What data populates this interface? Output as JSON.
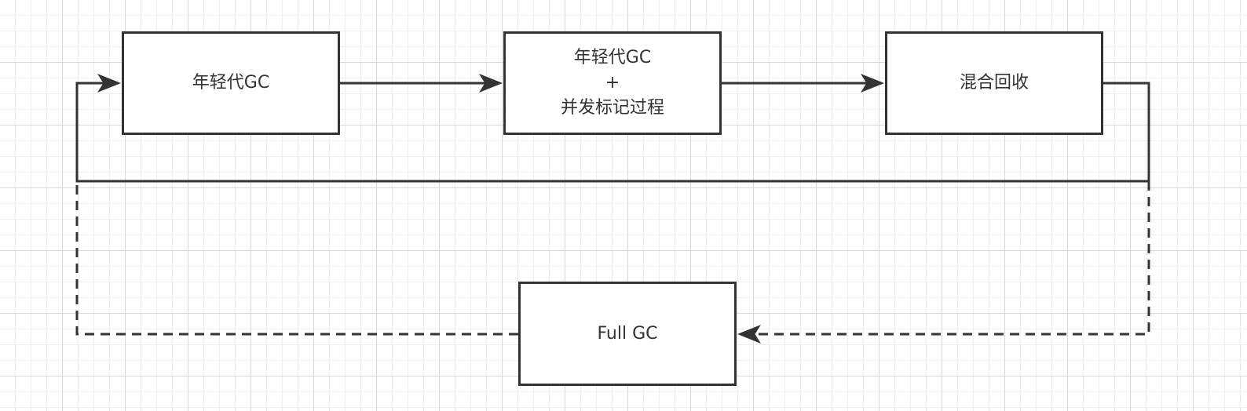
{
  "diagram": {
    "nodes": {
      "young_gc": {
        "lines": [
          "年轻代GC"
        ]
      },
      "young_gc_concurrent": {
        "lines": [
          "年轻代GC",
          "+",
          "并发标记过程"
        ]
      },
      "mixed_gc": {
        "lines": [
          "混合回收"
        ]
      },
      "full_gc": {
        "lines": [
          "Full GC"
        ]
      }
    },
    "edges": [
      {
        "from": "young_gc",
        "to": "young_gc_concurrent",
        "style": "solid"
      },
      {
        "from": "young_gc_concurrent",
        "to": "mixed_gc",
        "style": "solid"
      },
      {
        "from": "mixed_gc",
        "to": "young_gc",
        "style": "solid"
      },
      {
        "from": "mixed_gc",
        "to": "full_gc",
        "style": "dashed"
      },
      {
        "from": "full_gc",
        "to": "young_gc",
        "style": "dashed"
      }
    ],
    "colors": {
      "stroke": "#333333",
      "text": "#333333",
      "grid_major": "#d9d9d9",
      "grid_minor": "#efefef",
      "background": "#ffffff"
    }
  }
}
